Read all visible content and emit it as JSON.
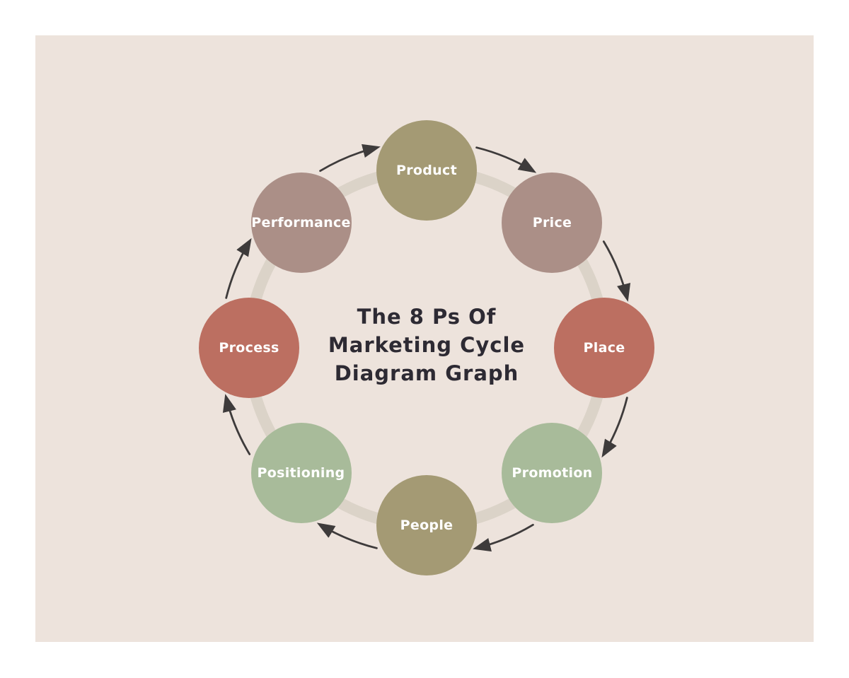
{
  "canvas": {
    "page_background": "#ffffff",
    "background": "#ede3dc"
  },
  "diagram": {
    "title": {
      "lines": [
        "The 8 Ps Of",
        "Marketing Cycle",
        "Diagram Graph"
      ],
      "color": "#2d2a33"
    },
    "ring_color": "#dbd3c8",
    "arrow_color": "#3e3b3b",
    "label_color": "#ffffff",
    "flow": "clockwise",
    "nodes": [
      {
        "label": "Product",
        "angle": 90,
        "color": "#a49a74"
      },
      {
        "label": "Price",
        "angle": 45,
        "color": "#ab8f87"
      },
      {
        "label": "Place",
        "angle": 0,
        "color": "#bc6f61"
      },
      {
        "label": "Promotion",
        "angle": -45,
        "color": "#a8bb9a"
      },
      {
        "label": "People",
        "angle": -90,
        "color": "#a49a74"
      },
      {
        "label": "Positioning",
        "angle": -135,
        "color": "#a8bb9a"
      },
      {
        "label": "Process",
        "angle": 180,
        "color": "#bc6f61"
      },
      {
        "label": "Performance",
        "angle": 135,
        "color": "#ab8f87"
      }
    ],
    "arrows": [
      {
        "from": "Product",
        "to": "Price"
      },
      {
        "from": "Price",
        "to": "Place"
      },
      {
        "from": "Place",
        "to": "Promotion"
      },
      {
        "from": "Promotion",
        "to": "People"
      },
      {
        "from": "People",
        "to": "Positioning"
      },
      {
        "from": "Positioning",
        "to": "Process"
      },
      {
        "from": "Process",
        "to": "Performance"
      },
      {
        "from": "Performance",
        "to": "Product"
      }
    ]
  }
}
